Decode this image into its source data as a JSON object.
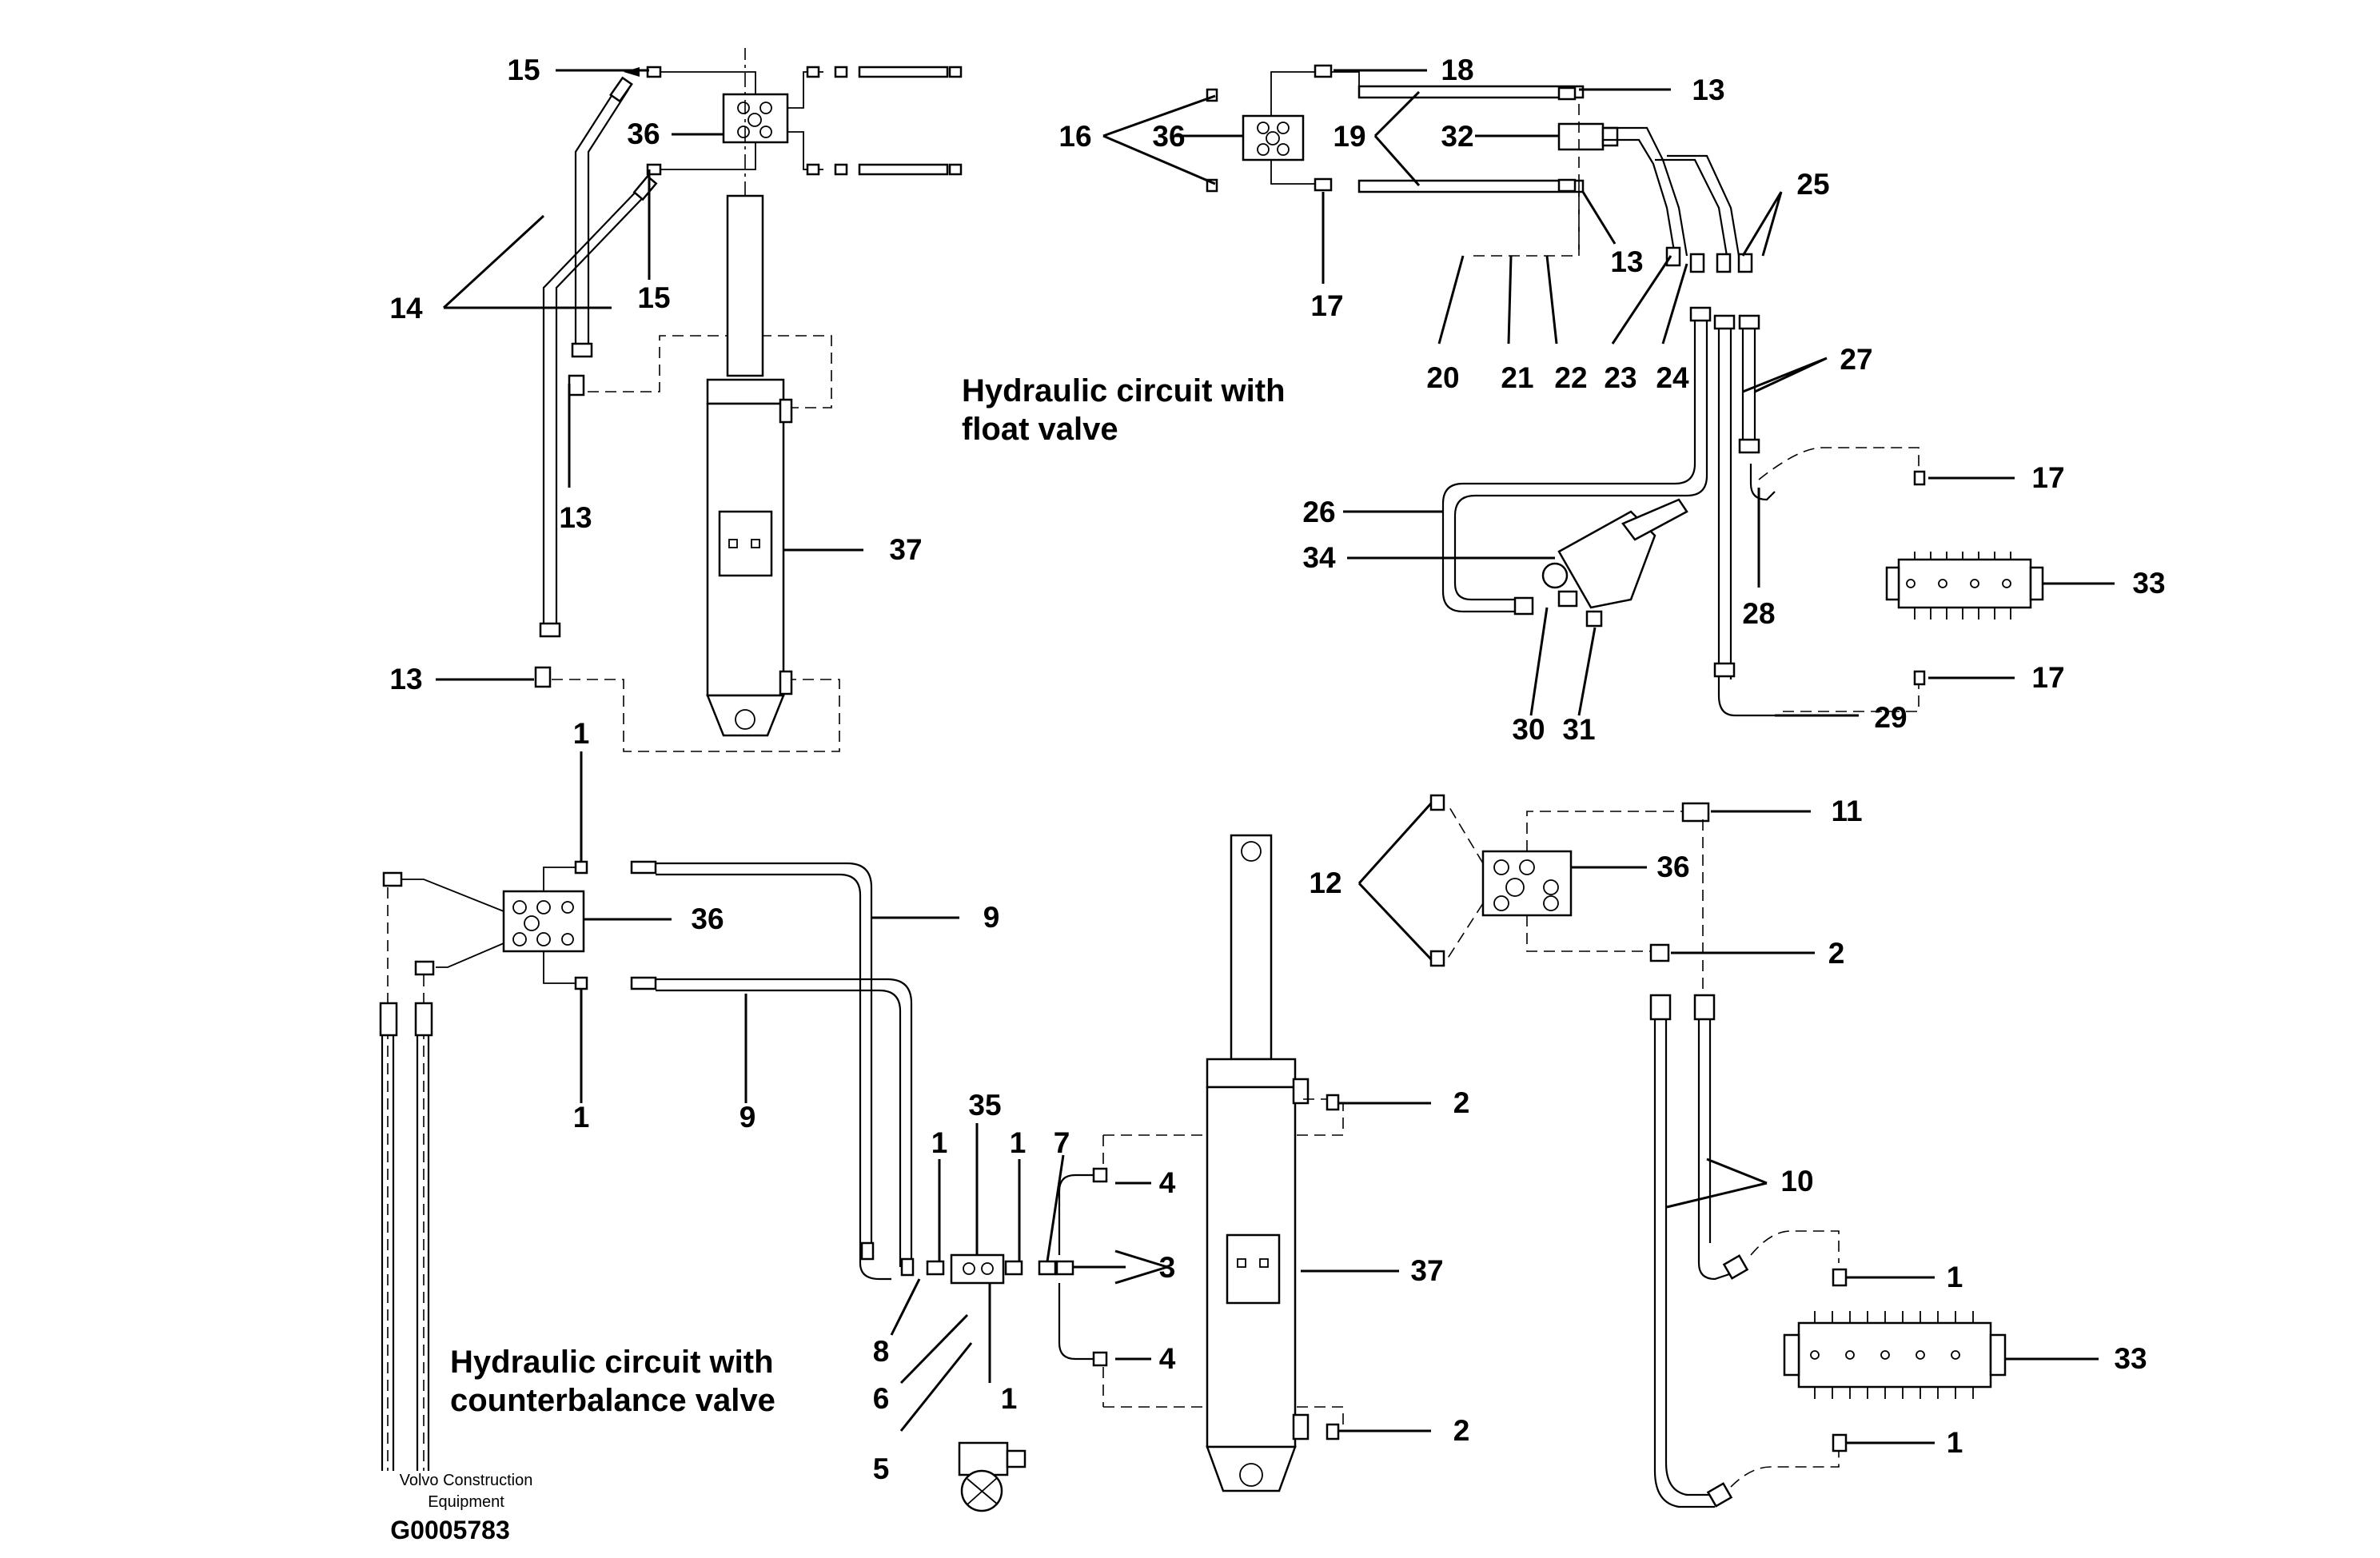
{
  "titles": {
    "float_valve_line1": "Hydraulic circuit with",
    "float_valve_line2": "float valve",
    "counterbalance_line1": "Hydraulic circuit with",
    "counterbalance_line2": "counterbalance valve"
  },
  "credit": {
    "line1": "Volvo Construction",
    "line2": "Equipment",
    "drawing_id": "G0005783"
  },
  "callouts": {
    "tl_15a": "15",
    "tl_36": "36",
    "tl_15b": "15",
    "tl_14": "14",
    "tl_13a": "13",
    "tl_37": "37",
    "tl_13b": "13",
    "tr_18": "18",
    "tr_13a": "13",
    "tr_16": "16",
    "tr_36": "36",
    "tr_19": "19",
    "tr_32": "32",
    "tr_25": "25",
    "tr_13b": "13",
    "tr_17a": "17",
    "tr_20": "20",
    "tr_21": "21",
    "tr_22": "22",
    "tr_23": "23",
    "tr_24": "24",
    "tr_27": "27",
    "tr_17b": "17",
    "tr_26": "26",
    "tr_34": "34",
    "tr_33": "33",
    "tr_28": "28",
    "tr_17c": "17",
    "tr_29": "29",
    "tr_30": "30",
    "tr_31": "31",
    "bl_1a": "1",
    "bl_36": "36",
    "bl_9a": "9",
    "bl_1b": "1",
    "bl_9b": "9",
    "bl_35": "35",
    "bl_1c": "1",
    "bl_1d": "1",
    "bl_7": "7",
    "bl_4a": "4",
    "bl_3": "3",
    "bl_8": "8",
    "bl_6": "6",
    "bl_1e": "1",
    "bl_4b": "4",
    "bl_5": "5",
    "bl_37": "37",
    "bl_2a": "2",
    "bl_2b": "2",
    "br_11": "11",
    "br_12": "12",
    "br_36": "36",
    "br_2": "2",
    "br_10": "10",
    "br_1a": "1",
    "br_33": "33",
    "br_1b": "1"
  }
}
